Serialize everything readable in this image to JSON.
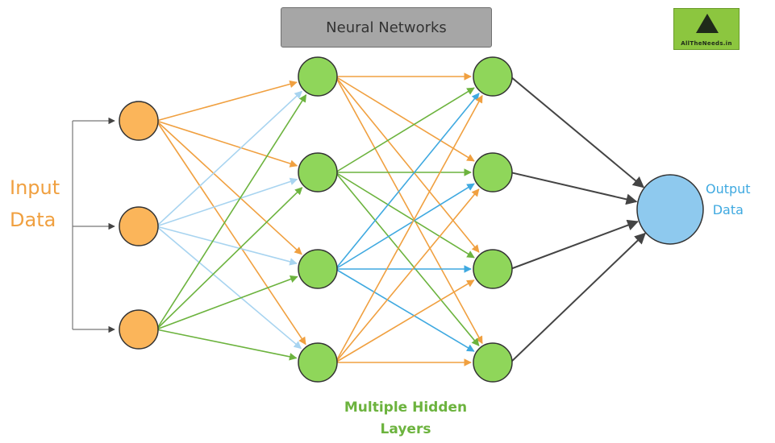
{
  "title": "Neural Networks",
  "labels": {
    "input_line1": "Input",
    "input_line2": "Data",
    "output_line1": "Output",
    "output_line2": "Data",
    "hidden_line1": "Multiple Hidden",
    "hidden_line2": "Layers"
  },
  "logo": {
    "mark": "A",
    "text": "AllTheNeeds.in"
  },
  "colors": {
    "input_node": "#fbb55a",
    "hidden_node": "#8fd65a",
    "output_node": "#8ec9ee",
    "orange_edge": "#f0a040",
    "green_edge": "#6cb33e",
    "light_blue_edge": "#a8d4f0",
    "blue_edge": "#3fa9e0",
    "dark_edge": "#444444"
  },
  "layers": {
    "input": {
      "count": 3,
      "color": "input_node"
    },
    "hidden1": {
      "count": 4,
      "color": "hidden_node"
    },
    "hidden2": {
      "count": 4,
      "color": "hidden_node"
    },
    "output": {
      "count": 1,
      "color": "output_node"
    }
  },
  "edge_colors": {
    "input_to_hidden1": [
      "orange_edge",
      "light_blue_edge",
      "green_edge"
    ],
    "hidden1_to_hidden2": [
      "orange_edge",
      "green_edge",
      "blue_edge",
      "orange_edge"
    ],
    "hidden2_to_output": [
      "dark_edge",
      "dark_edge",
      "dark_edge",
      "dark_edge"
    ]
  }
}
